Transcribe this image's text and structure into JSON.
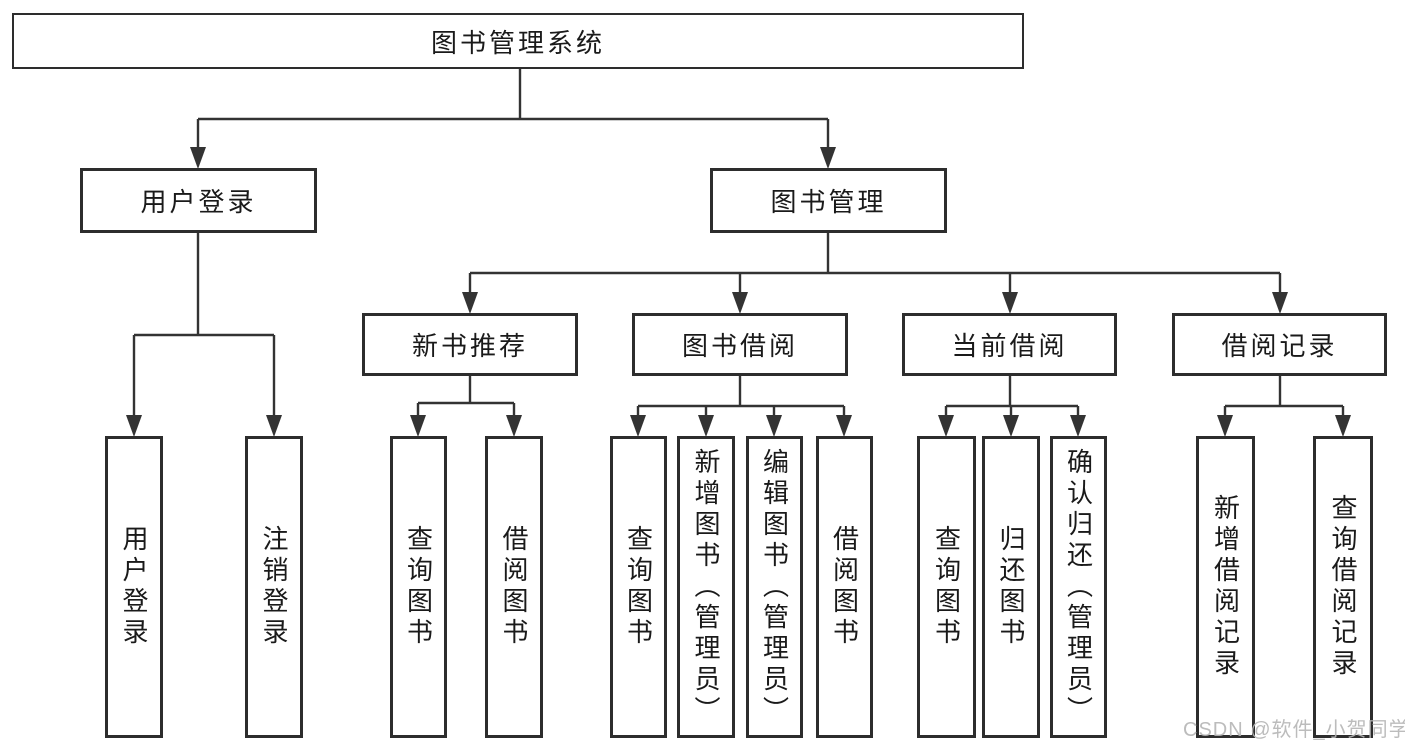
{
  "diagram": {
    "title": "图书管理系统",
    "level2": [
      {
        "label": "用户登录"
      },
      {
        "label": "图书管理"
      }
    ],
    "level3": [
      {
        "label": "新书推荐"
      },
      {
        "label": "图书借阅"
      },
      {
        "label": "当前借阅"
      },
      {
        "label": "借阅记录"
      }
    ],
    "level4": [
      {
        "label": "用户登录"
      },
      {
        "label": "注销登录"
      },
      {
        "label": "查询图书"
      },
      {
        "label": "借阅图书"
      },
      {
        "label": "查询图书"
      },
      {
        "label": "新增图书（管理员）"
      },
      {
        "label": "编辑图书（管理员）"
      },
      {
        "label": "借阅图书"
      },
      {
        "label": "查询图书"
      },
      {
        "label": "归还图书"
      },
      {
        "label": "确认归还（管理员）"
      },
      {
        "label": "新增借阅记录"
      },
      {
        "label": "查询借阅记录"
      }
    ],
    "watermark": "CSDN @软件_小贺同学",
    "colors": {
      "line": "#333333",
      "box_border": "#2d2d2d",
      "text": "#1a1a1a",
      "background": "#ffffff",
      "watermark": "#b5b5b5"
    }
  }
}
